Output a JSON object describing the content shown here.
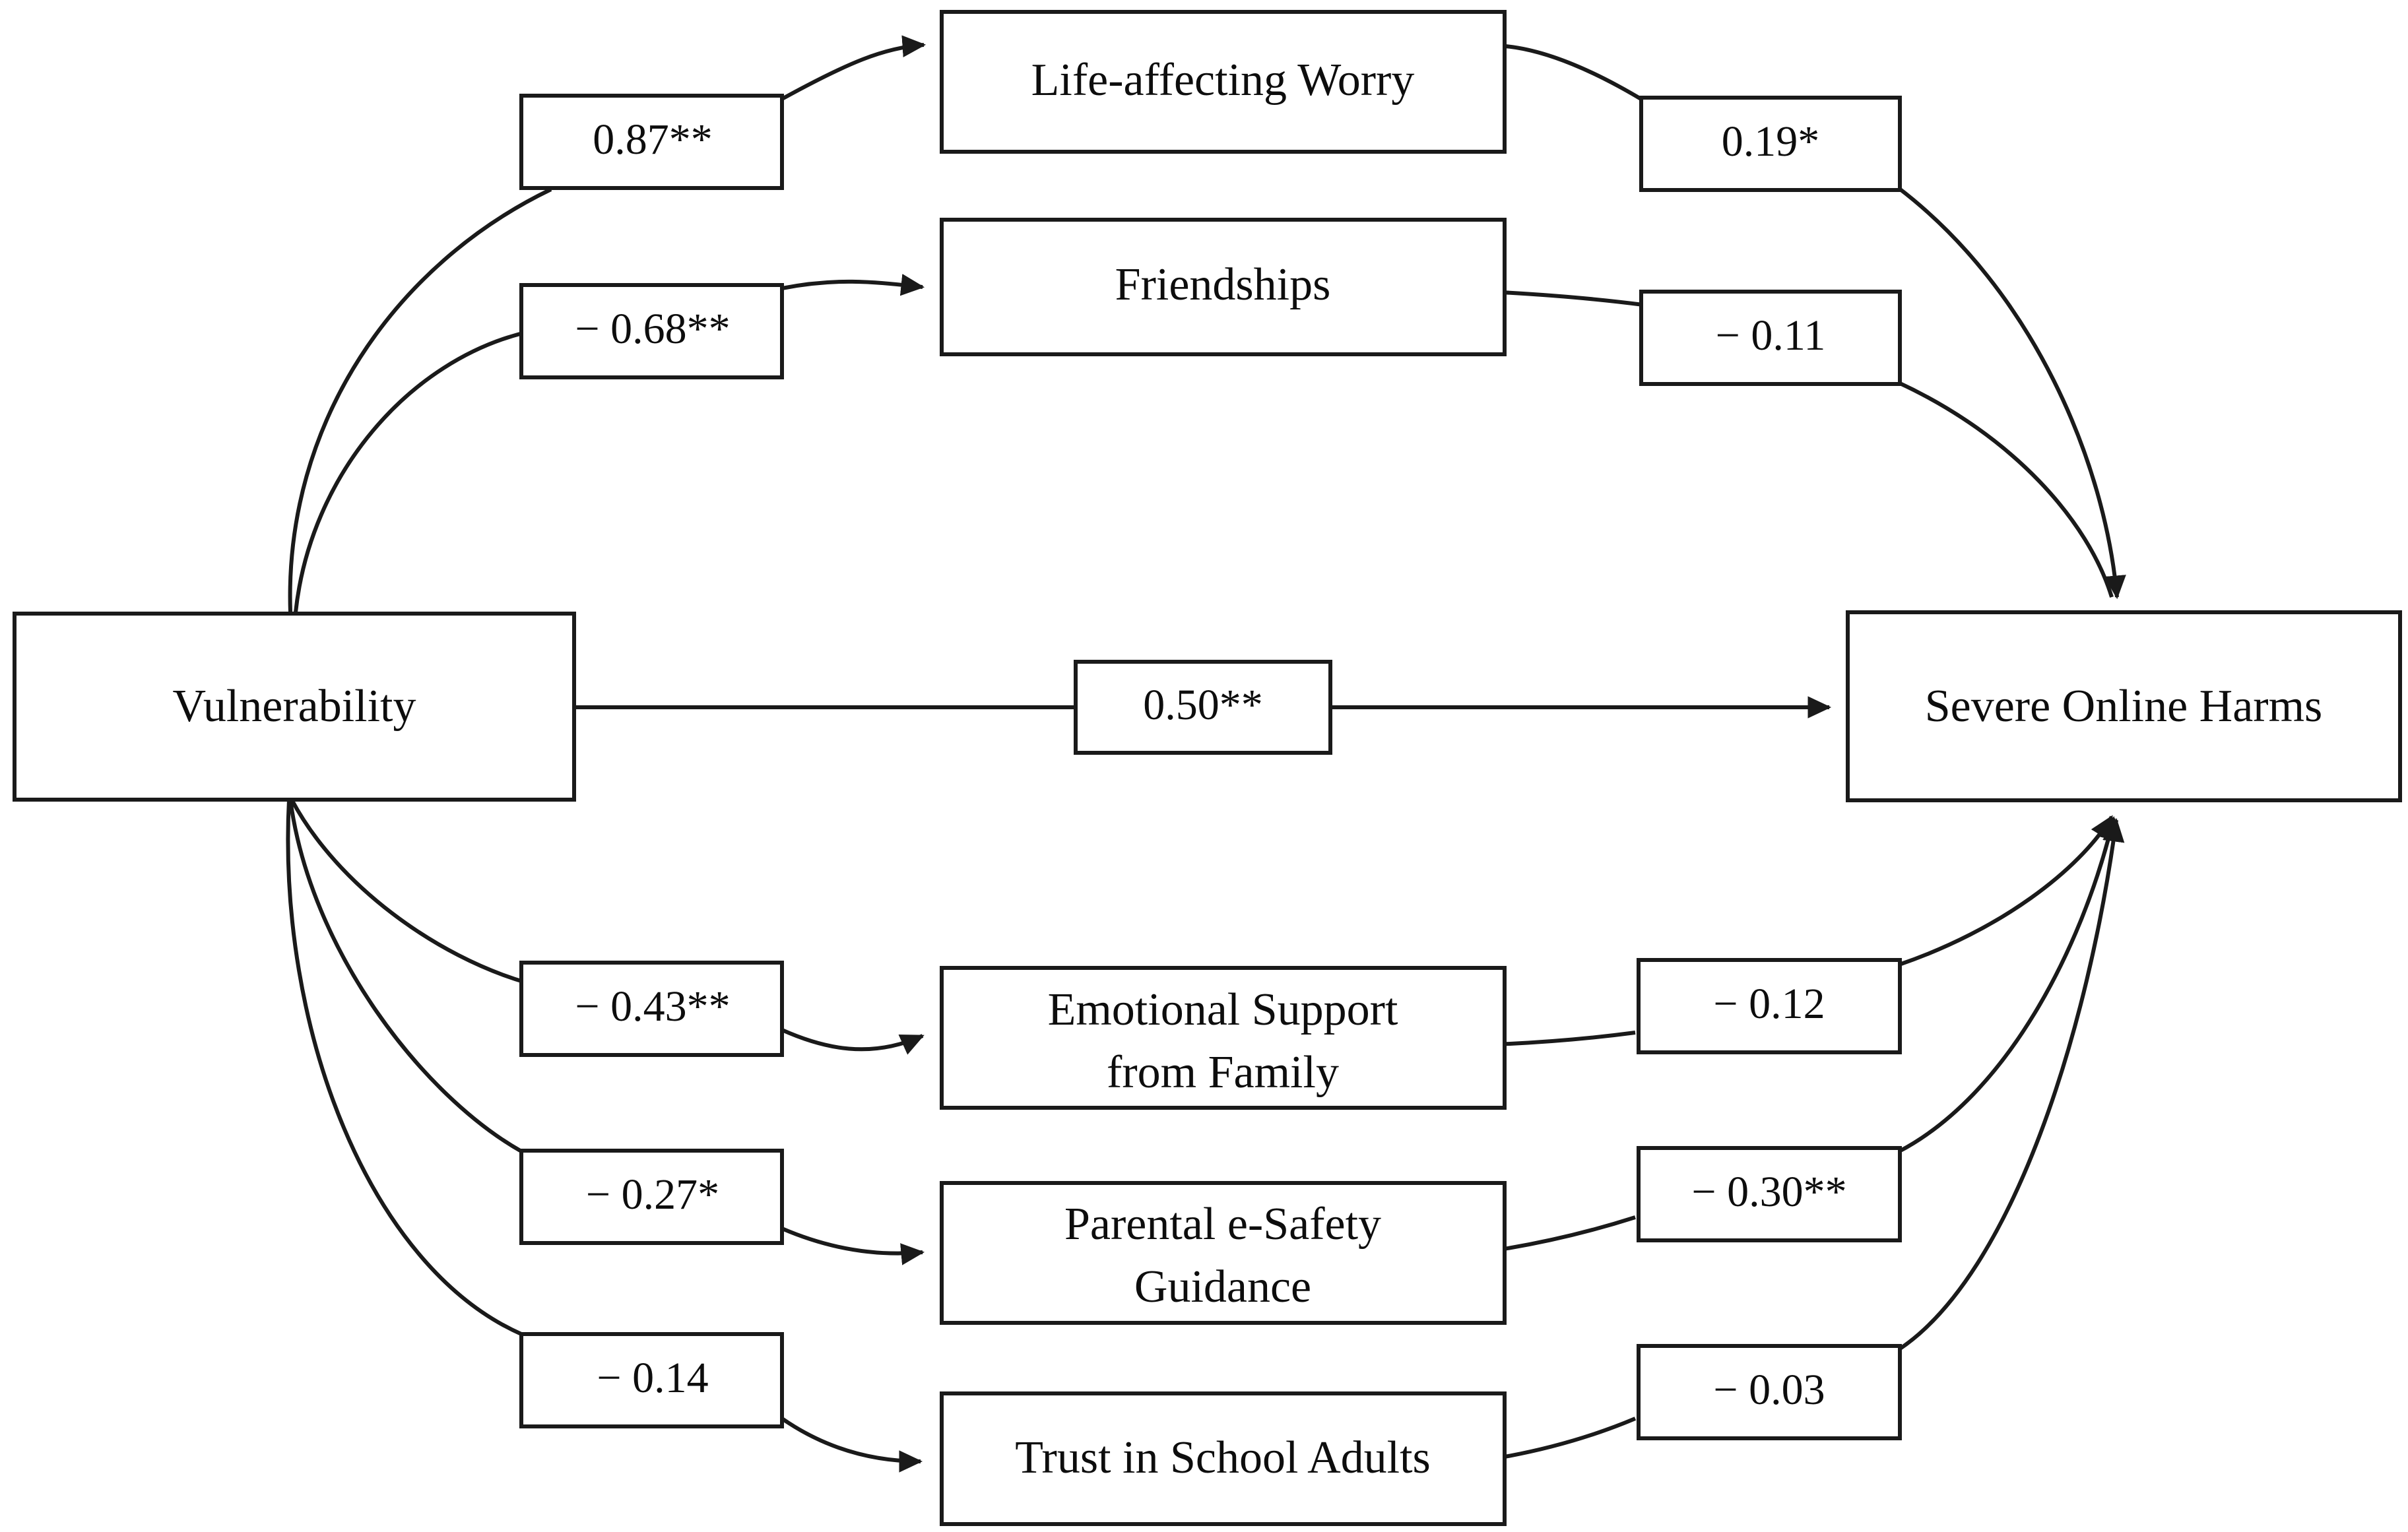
{
  "figure": {
    "type": "path-diagram",
    "background_color": "#ffffff",
    "line_color": "#1a1a1a",
    "text_color": "#0d0d0d"
  },
  "nodes": {
    "predictor": {
      "label": "Vulnerability"
    },
    "outcome": {
      "label": "Severe Online Harms"
    },
    "mediators": [
      {
        "id": "worry",
        "label": "Life-affecting Worry",
        "line1": "Life-affecting Worry",
        "line2": ""
      },
      {
        "id": "friendships",
        "label": "Friendships",
        "line1": "Friendships",
        "line2": ""
      },
      {
        "id": "emotional-support",
        "label": "Emotional Support from Family",
        "line1": "Emotional Support",
        "line2": "from Family"
      },
      {
        "id": "parental-guidance",
        "label": "Parental e-Safety Guidance",
        "line1": "Parental e-Safety",
        "line2": "Guidance"
      },
      {
        "id": "school-trust",
        "label": "Trust in School Adults",
        "line1": "Trust in School Adults",
        "line2": ""
      }
    ]
  },
  "coefficients": {
    "a_paths": [
      {
        "id": "a-worry",
        "from": "Vulnerability",
        "to": "Life-affecting Worry",
        "value": "0.87**"
      },
      {
        "id": "a-friendships",
        "from": "Vulnerability",
        "to": "Friendships",
        "value": "− 0.68**"
      },
      {
        "id": "a-emotional-support",
        "from": "Vulnerability",
        "to": "Emotional Support from Family",
        "value": "− 0.43**"
      },
      {
        "id": "a-parental-guidance",
        "from": "Vulnerability",
        "to": "Parental e-Safety Guidance",
        "value": "− 0.27*"
      },
      {
        "id": "a-school-trust",
        "from": "Vulnerability",
        "to": "Trust in School Adults",
        "value": "− 0.14"
      }
    ],
    "b_paths": [
      {
        "id": "b-worry",
        "from": "Life-affecting Worry",
        "to": "Severe Online Harms",
        "value": "0.19*"
      },
      {
        "id": "b-friendships",
        "from": "Friendships",
        "to": "Severe Online Harms",
        "value": "− 0.11"
      },
      {
        "id": "b-emotional-support",
        "from": "Emotional Support from Family",
        "to": "Severe Online Harms",
        "value": "− 0.12"
      },
      {
        "id": "b-parental-guidance",
        "from": "Parental e-Safety Guidance",
        "to": "Severe Online Harms",
        "value": "− 0.30**"
      },
      {
        "id": "b-school-trust",
        "from": "Trust in School Adults",
        "to": "Severe Online Harms",
        "value": "− 0.03"
      }
    ],
    "direct_path": {
      "id": "c-direct",
      "from": "Vulnerability",
      "to": "Severe Online Harms",
      "value": "0.50**"
    }
  },
  "chart_data": {
    "type": "diagram",
    "title": "",
    "model": "mediation path model",
    "predictor": "Vulnerability",
    "outcome": "Severe Online Harms",
    "mediators": [
      "Life-affecting Worry",
      "Friendships",
      "Emotional Support from Family",
      "Parental e-Safety Guidance",
      "Trust in School Adults"
    ],
    "paths": [
      {
        "from": "Vulnerability",
        "to": "Life-affecting Worry",
        "coefficient": 0.87,
        "label": "0.87**",
        "significance": "**"
      },
      {
        "from": "Vulnerability",
        "to": "Friendships",
        "coefficient": -0.68,
        "label": "− 0.68**",
        "significance": "**"
      },
      {
        "from": "Vulnerability",
        "to": "Emotional Support from Family",
        "coefficient": -0.43,
        "label": "− 0.43**",
        "significance": "**"
      },
      {
        "from": "Vulnerability",
        "to": "Parental e-Safety Guidance",
        "coefficient": -0.27,
        "label": "− 0.27*",
        "significance": "*"
      },
      {
        "from": "Vulnerability",
        "to": "Trust in School Adults",
        "coefficient": -0.14,
        "label": "− 0.14",
        "significance": ""
      },
      {
        "from": "Life-affecting Worry",
        "to": "Severe Online Harms",
        "coefficient": 0.19,
        "label": "0.19*",
        "significance": "*"
      },
      {
        "from": "Friendships",
        "to": "Severe Online Harms",
        "coefficient": -0.11,
        "label": "− 0.11",
        "significance": ""
      },
      {
        "from": "Emotional Support from Family",
        "to": "Severe Online Harms",
        "coefficient": -0.12,
        "label": "− 0.12",
        "significance": ""
      },
      {
        "from": "Parental e-Safety Guidance",
        "to": "Severe Online Harms",
        "coefficient": -0.3,
        "label": "− 0.30**",
        "significance": "**"
      },
      {
        "from": "Trust in School Adults",
        "to": "Severe Online Harms",
        "coefficient": -0.03,
        "label": "− 0.03",
        "significance": ""
      },
      {
        "from": "Vulnerability",
        "to": "Severe Online Harms",
        "coefficient": 0.5,
        "label": "0.50**",
        "significance": "**"
      }
    ]
  }
}
